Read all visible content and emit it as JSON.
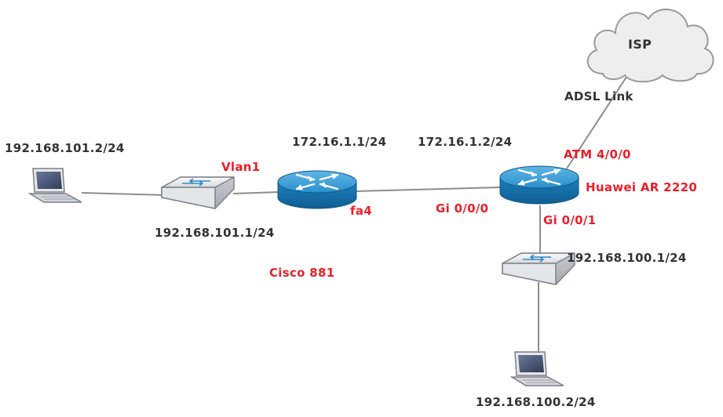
{
  "colors": {
    "link_line": "#8c8c8c",
    "label_text": "#333333",
    "highlight_label": "#e8202a",
    "router_blue": "#1f87c2",
    "cloud_fill": "#eeeeee",
    "cloud_stroke": "#9a9a9a"
  },
  "nodes": {
    "isp_cloud": {
      "label": "ISP",
      "icon": "cloud-icon"
    },
    "laptop_left": {
      "icon": "laptop-icon"
    },
    "switch_left": {
      "icon": "switch-icon"
    },
    "cisco_router": {
      "icon": "router-icon",
      "name": "Cisco 881"
    },
    "huawei_router": {
      "icon": "router-icon",
      "name": "Huawei AR 2220"
    },
    "switch_bottom": {
      "icon": "switch-icon"
    },
    "laptop_bottom": {
      "icon": "laptop-icon"
    }
  },
  "labels": {
    "adsl_link": "ADSL Link",
    "left_laptop_ip": "192.168.101.2/24",
    "left_switch_ip": "192.168.101.1/24",
    "cisco_vlan": "Vlan1",
    "cisco_wan_ip": "172.16.1.1/24",
    "cisco_port": "fa4",
    "cisco_name": "Cisco 881",
    "huawei_wan_ip": "172.16.1.2/24",
    "huawei_atm": "ATM 4/0/0",
    "huawei_name": "Huawei AR 2220",
    "huawei_gi0": "Gi 0/0/0",
    "huawei_gi1": "Gi 0/0/1",
    "bottom_switch_ip": "192.168.100.1/24",
    "bottom_laptop_ip": "192.168.100.2/24"
  }
}
